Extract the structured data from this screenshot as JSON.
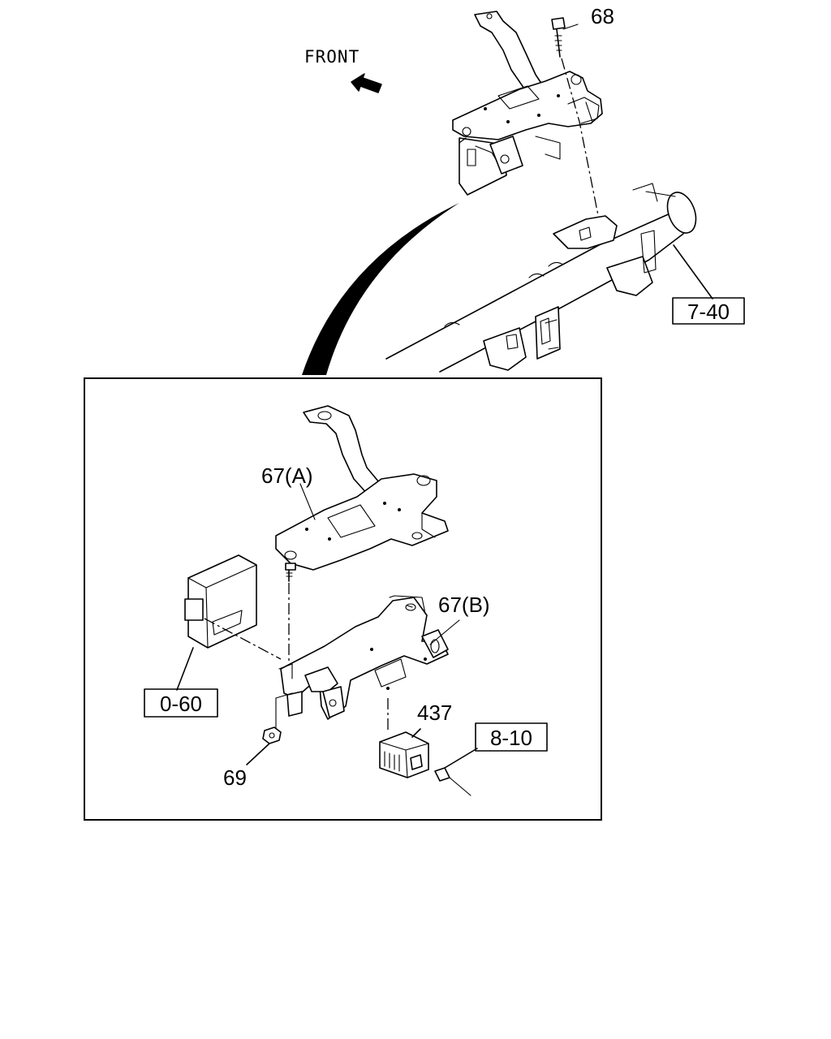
{
  "direction": {
    "label": "FRONT",
    "arrow": "arrow-left-icon"
  },
  "callouts": {
    "bolt_top": "68",
    "bracket_upper": "67(A)",
    "bracket_lower": "67(B)",
    "nut": "69",
    "relay": "437"
  },
  "references": {
    "crossmember": "7-40",
    "control_unit": "0-60",
    "harness": "8-10"
  }
}
